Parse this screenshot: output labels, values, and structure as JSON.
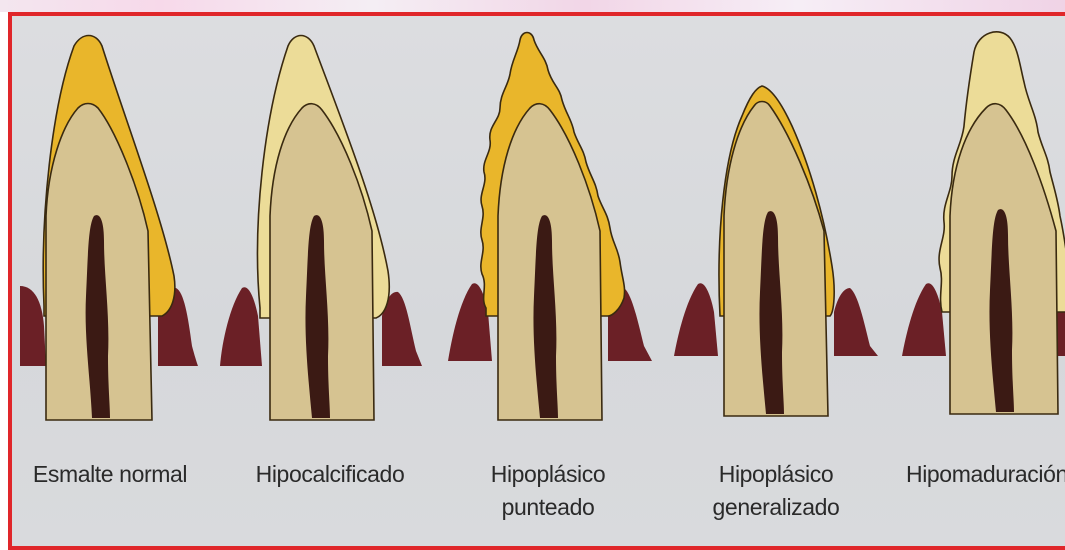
{
  "teeth": [
    {
      "label_lines": [
        "Esmalte normal"
      ]
    },
    {
      "label_lines": [
        "Hipocalcificado"
      ]
    },
    {
      "label_lines": [
        "Hipoplásico",
        "punteado"
      ]
    },
    {
      "label_lines": [
        "Hipoplásico",
        "generalizado"
      ]
    },
    {
      "label_lines": [
        "Hipomaduración"
      ]
    }
  ],
  "colors": {
    "frame_border": "#e0262a",
    "background": "#d8d9dc",
    "enamel_normal": "#e9b62b",
    "enamel_pale": "#ecdc98",
    "dentin": "#d6c391",
    "pulp": "#3b1a14",
    "gum": "#6b2026",
    "outline": "#3a2a10"
  }
}
